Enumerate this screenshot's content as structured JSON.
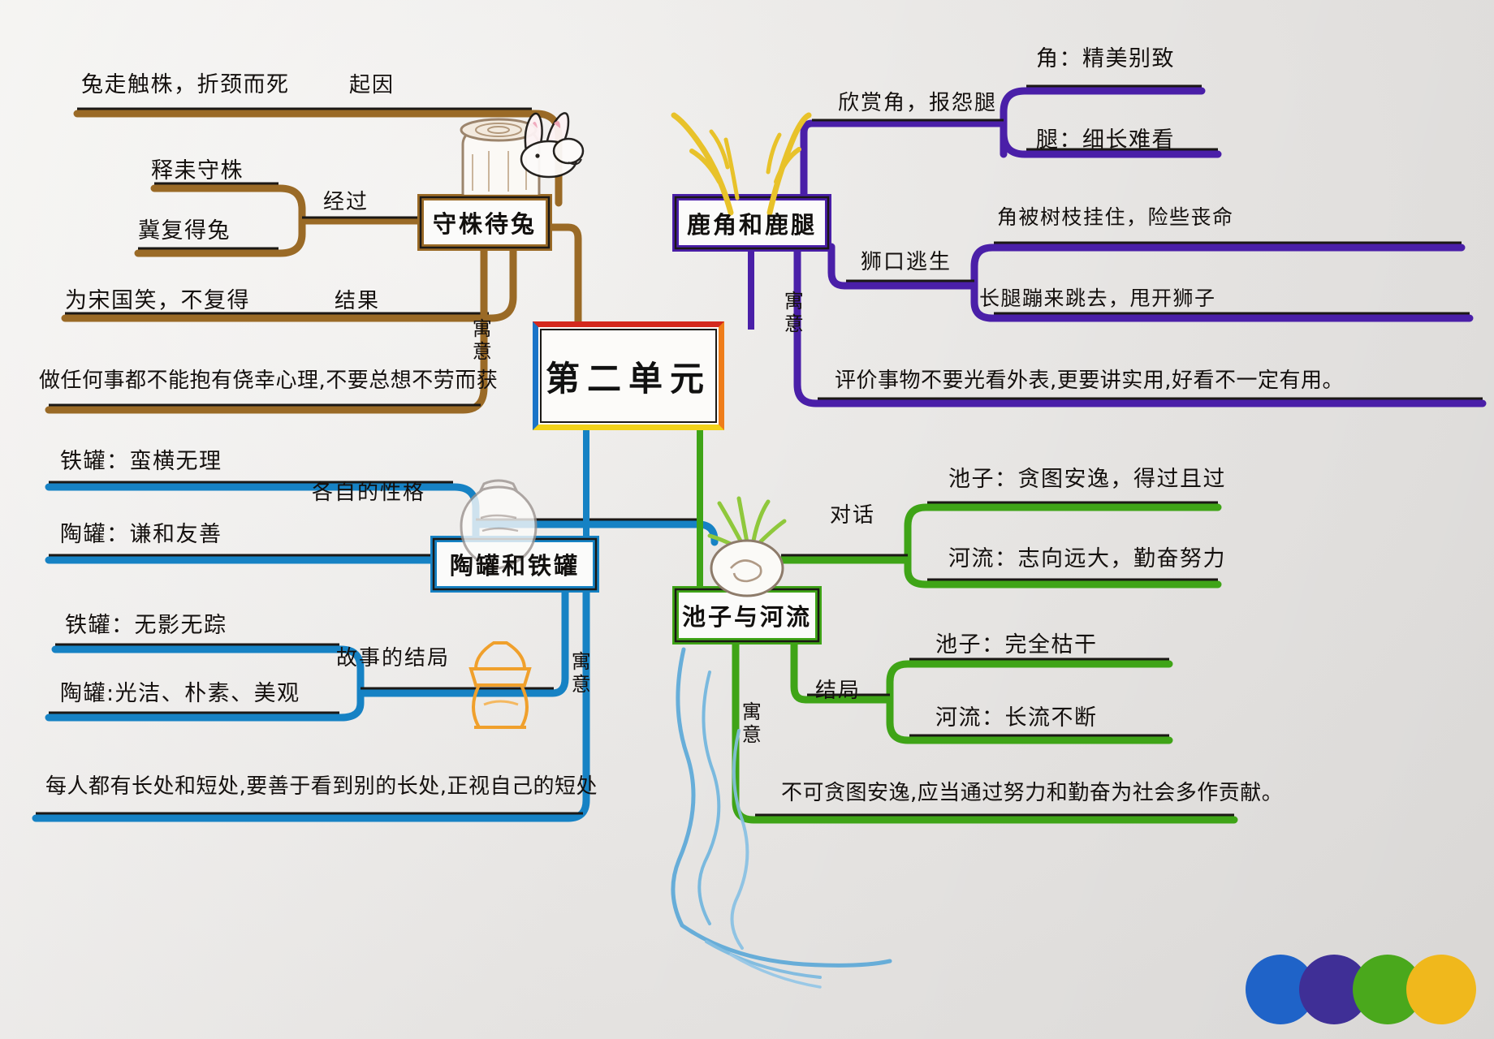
{
  "center": {
    "title": "第二单元"
  },
  "branches": [
    {
      "id": "shouzhu",
      "title": "守株待兔",
      "color": "#9a6a26",
      "relation_label": "寓意",
      "connectors": [
        "起因",
        "经过",
        "结果"
      ],
      "items": [
        "兔走触株，折颈而死",
        "释耒守株",
        "冀复得兔",
        "为宋国笑，不复得"
      ],
      "moral": "做任何事都不能抱有侥幸心理,不要总想不劳而获"
    },
    {
      "id": "lujiao",
      "title": "鹿角和鹿腿",
      "color": "#4a1fa8",
      "relation_label": "寓意",
      "connectors": [
        "欣赏角，报怨腿",
        "狮口逃生"
      ],
      "items": [
        "角：精美别致",
        "腿：细长难看",
        "角被树枝挂住，险些丧命",
        "长腿蹦来跳去，甩开狮子"
      ],
      "moral": "评价事物不要光看外表,更要讲实用,好看不一定有用。"
    },
    {
      "id": "taoguan",
      "title": "陶罐和铁罐",
      "color": "#1682c4",
      "relation_label": "寓意",
      "connectors": [
        "各自的性格",
        "故事的结局"
      ],
      "items": [
        "铁罐：蛮横无理",
        "陶罐：谦和友善",
        "铁罐：无影无踪",
        "陶罐:光洁、朴素、美观"
      ],
      "moral": "每人都有长处和短处,要善于看到别的长处,正视自己的短处"
    },
    {
      "id": "chizi",
      "title": "池子与河流",
      "color": "#3fa417",
      "relation_label": "寓意",
      "connectors": [
        "对话",
        "结局"
      ],
      "items": [
        "池子：贪图安逸，得过且过",
        "河流：志向远大，勤奋努力",
        "池子：完全枯干",
        "河流：长流不断"
      ],
      "moral": "不可贪图安逸,应当通过努力和勤奋为社会多作贡献。"
    }
  ],
  "decorations": [
    {
      "name": "rabbit-doodle",
      "desc": "兔子"
    },
    {
      "name": "tree-stump-doodle",
      "desc": "树桩"
    },
    {
      "name": "antlers-doodle",
      "desc": "鹿角"
    },
    {
      "name": "pot-doodle",
      "desc": "陶罐"
    },
    {
      "name": "iron-pot-doodle",
      "desc": "铁罐"
    },
    {
      "name": "plant-doodle",
      "desc": "水草"
    },
    {
      "name": "river-doodle",
      "desc": "河流"
    }
  ],
  "center_frame": {
    "top": "#d4281d",
    "bottom": "#f2d21a",
    "left": "#1a74c8",
    "right": "#ef7d1a"
  },
  "corner_dots": [
    "#1f63c8",
    "#3f2f96",
    "#4aa81c",
    "#f0b81c"
  ]
}
